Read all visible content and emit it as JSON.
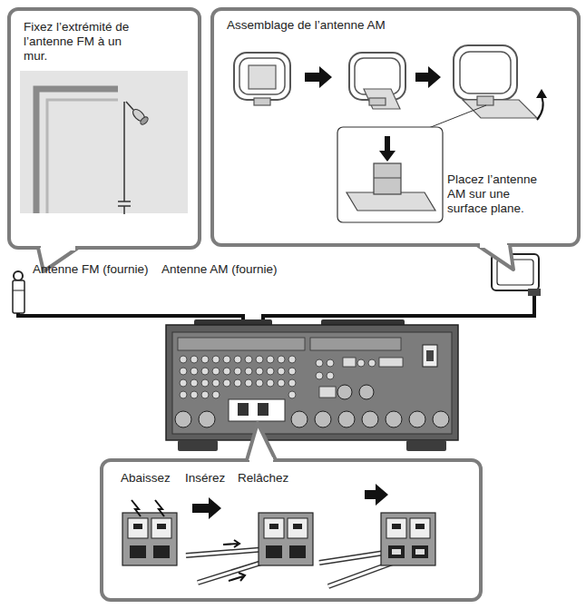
{
  "diagram": {
    "nodes": [
      {
        "text": [
          "Fixez l’extrémité de l’antenne FM à un mur."
        ]
      },
      {
        "text": [
          "Assemblage de l’antenne AM",
          "Placez l’antenne AM sur une surface plane."
        ]
      },
      {
        "text": [
          "Abaissez",
          "Insérez",
          "Relâchez"
        ]
      }
    ],
    "labels": [
      "Antenne FM (fournie)",
      "Antenne AM (fournie)"
    ]
  }
}
